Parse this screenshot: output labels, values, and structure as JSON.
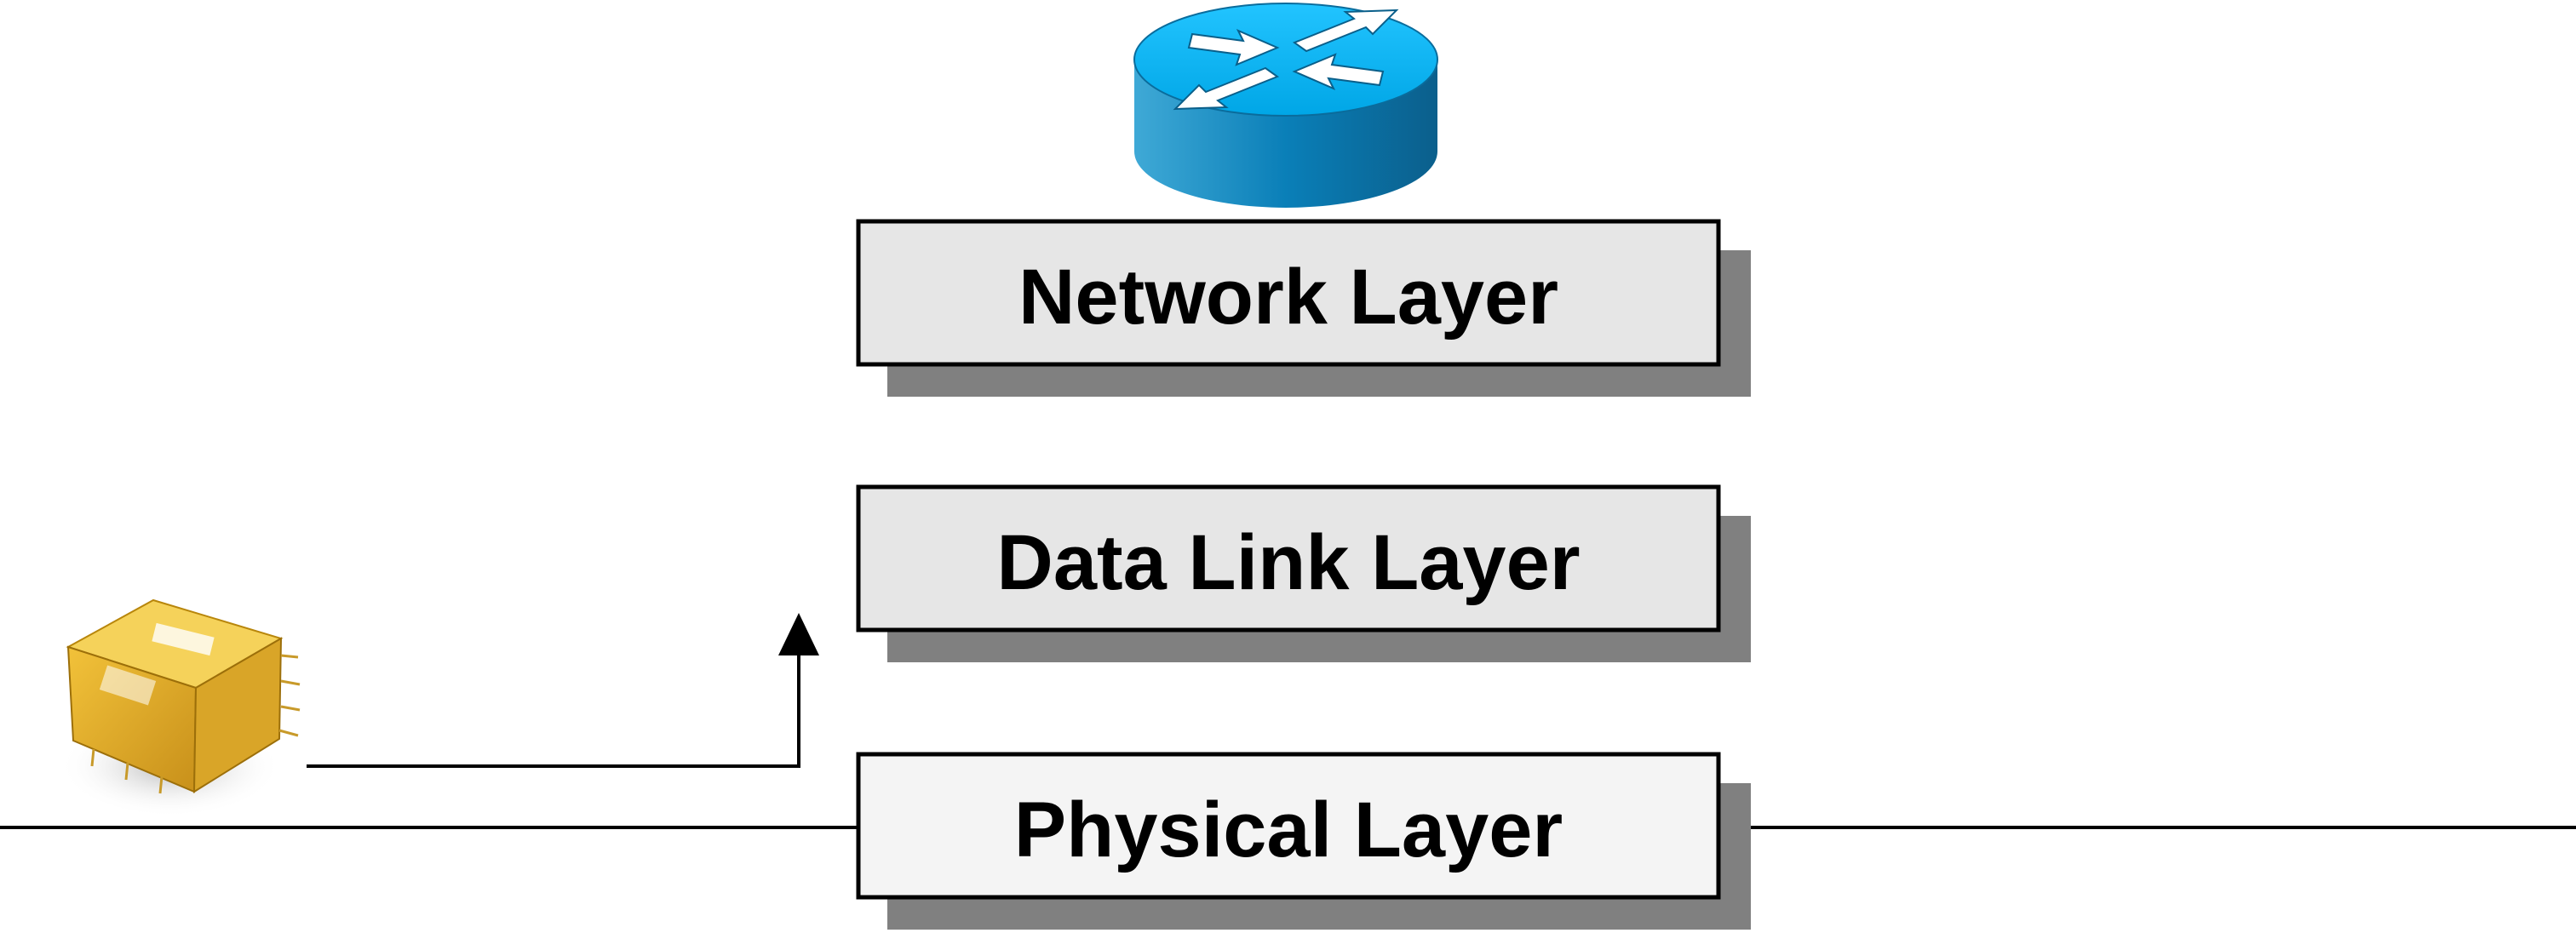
{
  "diagram": {
    "layers": [
      {
        "label": "Network Layer"
      },
      {
        "label": "Data Link Layer"
      },
      {
        "label": "Physical Layer"
      }
    ],
    "icons": {
      "router": "router-icon",
      "packet": "packet-box-icon"
    },
    "colors": {
      "router_top": "#00b4f0",
      "router_side": "#0076a8",
      "layer_fill_upper": "#e6e6e6",
      "layer_fill_physical": "#f4f4f4",
      "layer_shadow": "#808080",
      "packet": "#e6b422",
      "line": "#000000"
    }
  }
}
